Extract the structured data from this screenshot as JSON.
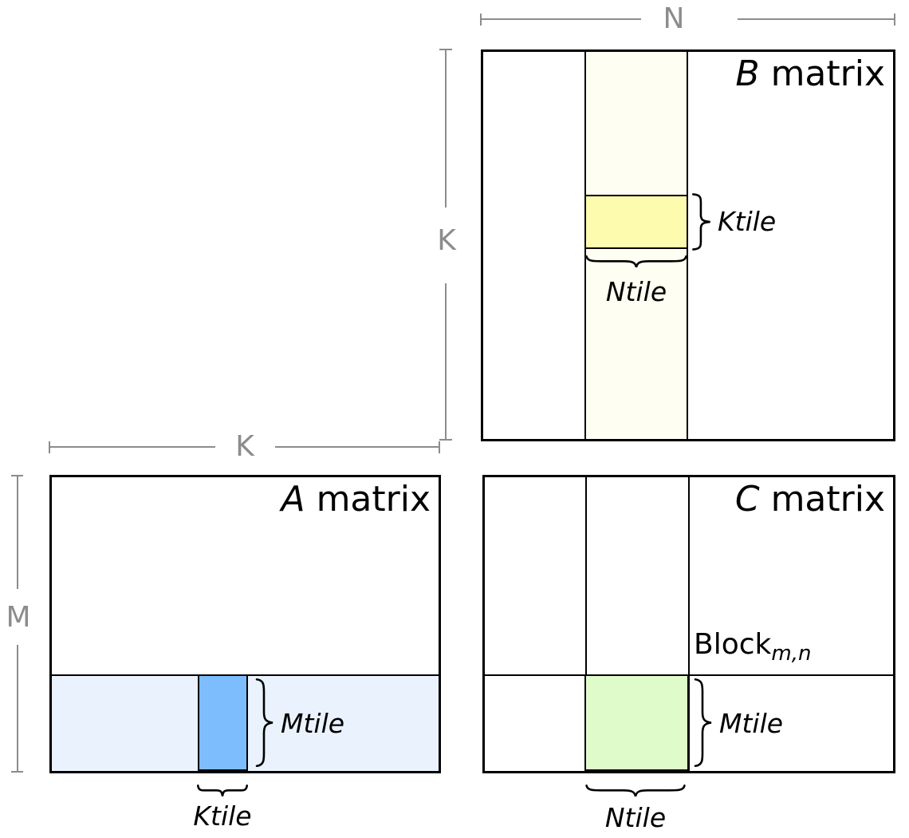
{
  "dimensions": {
    "n": "N",
    "k_vertical": "K",
    "k_horizontal": "K",
    "m": "M"
  },
  "matrices": {
    "b": {
      "letter": "B",
      "word": " matrix",
      "ktile": "Ktile",
      "ntile": "Ntile"
    },
    "a": {
      "letter": "A",
      "word": " matrix",
      "mtile": "Mtile",
      "ktile": "Ktile"
    },
    "c": {
      "letter": "C",
      "word": " matrix",
      "block": "Block",
      "block_sub": "m,n",
      "mtile": "Mtile",
      "ntile": "Ntile"
    }
  },
  "palette": {
    "b_strip": "#FEFEF2",
    "b_tile": "#FCFBAE",
    "a_strip": "#EAF2FD",
    "a_tile": "#7DBDFD",
    "c_tile": "#DFFBC9",
    "dimension_gray": "#8C8C8C",
    "line_black": "#000000"
  }
}
